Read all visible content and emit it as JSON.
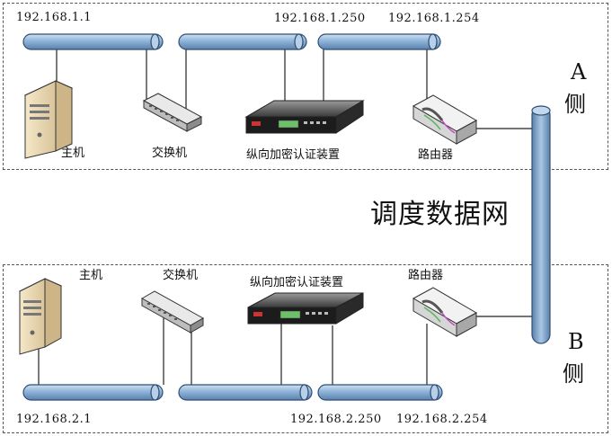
{
  "network": {
    "label": "调度数据网"
  },
  "side_a": {
    "label": "A\n侧",
    "letter": "A",
    "char": "侧",
    "ips": {
      "host": "192.168.1.1",
      "encryptor": "192.168.1.250",
      "router": "192.168.1.254"
    },
    "devices": {
      "host": "主机",
      "switch": "交换机",
      "encryptor": "纵向加密认证装置",
      "router": "路由器"
    }
  },
  "side_b": {
    "label": "B\n侧",
    "letter": "B",
    "char": "侧",
    "ips": {
      "host": "192.168.2.1",
      "encryptor": "192.168.2.250",
      "router": "192.168.2.254"
    },
    "devices": {
      "host": "主机",
      "switch": "交换机",
      "encryptor": "纵向加密认证装置",
      "router": "路由器"
    }
  },
  "colors": {
    "bus_fill": "#8fb4d9",
    "bus_stroke": "#2f4f74",
    "border": "#555555"
  }
}
